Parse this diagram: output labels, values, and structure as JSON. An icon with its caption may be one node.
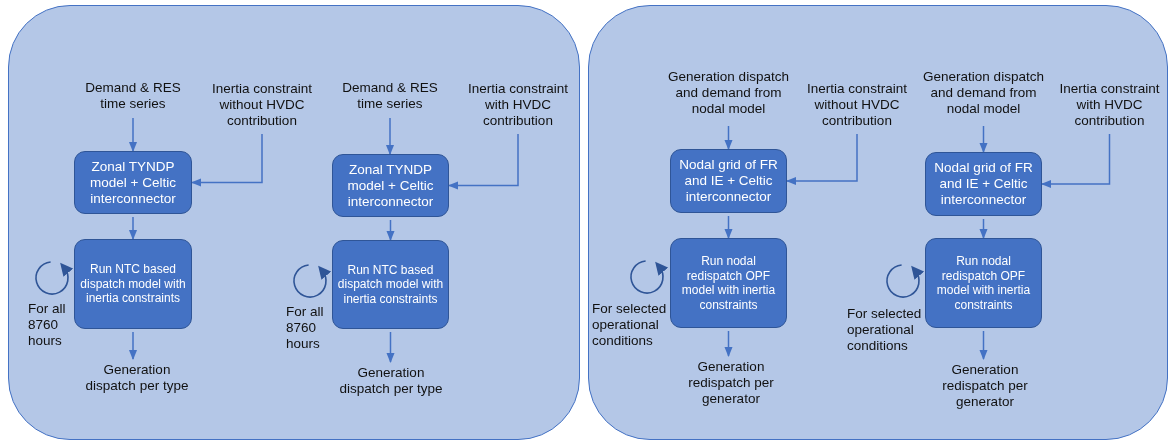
{
  "diagram": {
    "nodes": [
      {
        "text": [],
        "shape": "box"
      },
      {
        "text": [
          "Demand & RES time series"
        ],
        "in": 0
      },
      {
        "text": [
          "Inertia constraint without HVDC contribution"
        ],
        "in": 0
      },
      {
        "text": [
          "Zonal TYNDP model + Celtic interconnector"
        ],
        "in": 0
      },
      {
        "text": [
          "Run NTC based dispatch model with inertia constraints"
        ],
        "in": 0,
        "beside": [
          "For all 8760 hours"
        ]
      },
      {
        "text": [
          "Generation dispatch per type"
        ],
        "in": 0
      },
      {
        "text": [
          "Demand & RES time series"
        ],
        "in": 0
      },
      {
        "text": [
          "Inertia constraint with HVDC contribution"
        ],
        "in": 0
      },
      {
        "text": [
          "Zonal TYNDP model + Celtic interconnector"
        ],
        "in": 0
      },
      {
        "text": [
          "Run NTC based dispatch model with inertia constraints"
        ],
        "in": 0,
        "beside": [
          "For all 8760 hours"
        ]
      },
      {
        "text": [
          "Generation dispatch per type"
        ],
        "in": 0
      },
      {
        "text": [],
        "shape": "box"
      },
      {
        "text": [
          "Generation dispatch and demand from nodal model"
        ],
        "in": 11
      },
      {
        "text": [
          "Inertia constraint without HVDC contribution"
        ],
        "in": 11
      },
      {
        "text": [
          "Nodal grid of FR and IE + Celtic interconnector"
        ],
        "in": 11
      },
      {
        "text": [
          "Run nodal redispatch OPF model with inertia constraints"
        ],
        "in": 11,
        "beside": [
          "For selected operational conditions"
        ]
      },
      {
        "text": [
          "Generation redispatch per generator"
        ],
        "in": 11
      },
      {
        "text": [
          "Generation dispatch and demand from nodal model"
        ],
        "in": 11
      },
      {
        "text": [
          "Inertia constraint with HVDC contribution"
        ],
        "in": 11
      },
      {
        "text": [
          "Nodal grid of FR and IE + Celtic interconnector"
        ],
        "in": 11
      },
      {
        "text": [
          "Run nodal redispatch OPF model with inertia constraints"
        ],
        "in": 11,
        "beside": [
          "For selected operational conditions"
        ]
      },
      {
        "text": [
          "Generation redispatch per generator"
        ],
        "in": 11
      }
    ],
    "edges": [
      {
        "from": 1,
        "to": 3,
        "arrow": "to"
      },
      {
        "from": 2,
        "to": 3,
        "arrow": "to"
      },
      {
        "from": 3,
        "to": 4,
        "arrow": "to"
      },
      {
        "from": 4,
        "to": 5,
        "arrow": "to"
      },
      {
        "from": 6,
        "to": 8,
        "arrow": "to"
      },
      {
        "from": 7,
        "to": 8,
        "arrow": "to"
      },
      {
        "from": 8,
        "to": 9,
        "arrow": "to"
      },
      {
        "from": 9,
        "to": 10,
        "arrow": "to"
      },
      {
        "from": 12,
        "to": 14,
        "arrow": "to"
      },
      {
        "from": 13,
        "to": 14,
        "arrow": "to"
      },
      {
        "from": 14,
        "to": 15,
        "arrow": "to"
      },
      {
        "from": 15,
        "to": 16,
        "arrow": "to"
      },
      {
        "from": 17,
        "to": 19,
        "arrow": "to"
      },
      {
        "from": 18,
        "to": 19,
        "arrow": "to"
      },
      {
        "from": 19,
        "to": 20,
        "arrow": "to"
      },
      {
        "from": 20,
        "to": 21,
        "arrow": "to"
      }
    ]
  }
}
